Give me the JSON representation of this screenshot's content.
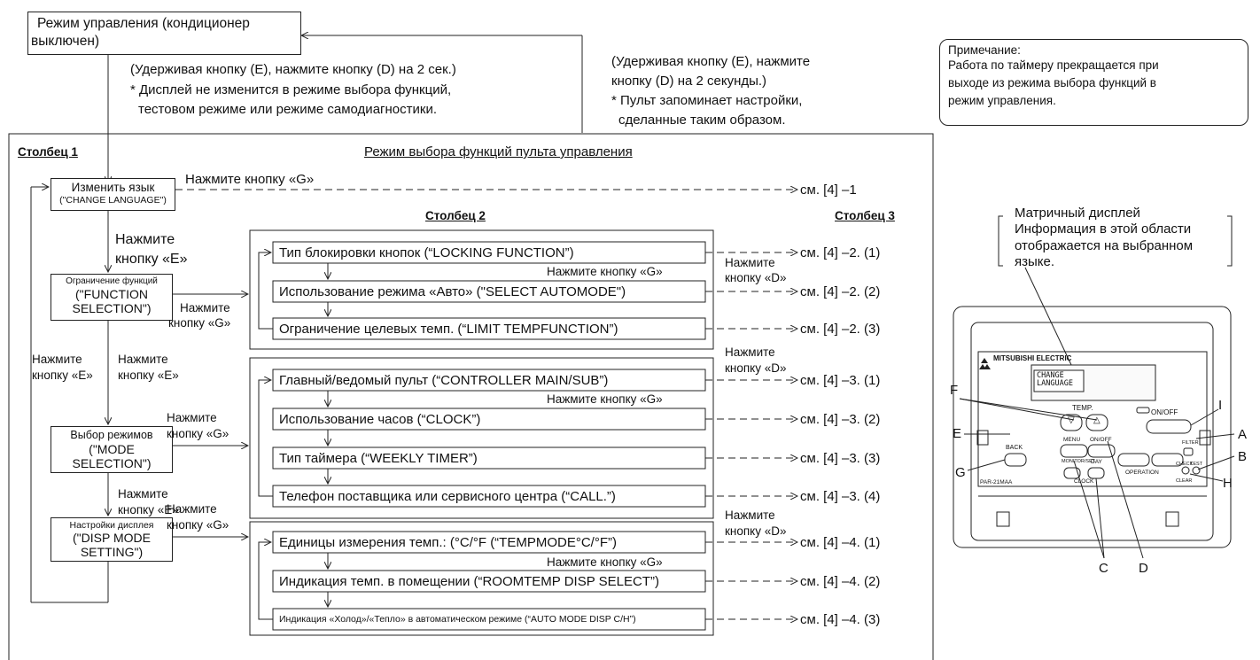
{
  "top_box": "Режим управления (кондиционер выключен)",
  "top_box_l1": "Режим управления (кондиционер",
  "top_box_l2": "выключен)",
  "note_left": {
    "l1": "(Удерживая кнопку (E), нажмите кнопку (D) на 2 сек.)",
    "l2": "* Дисплей не изменится в режиме выбора функций,",
    "l3": "тестовом режиме или режиме самодиагностики."
  },
  "note_right": {
    "l1": "(Удерживая кнопку (E), нажмите",
    "l2": "кнопку (D) на 2 секунды.)",
    "l3": "* Пульт запоминает настройки,",
    "l4": "сделанные таким образом."
  },
  "remark": {
    "l1": "Примечание:",
    "l2": "Работа по таймеру прекращается при",
    "l3": "выходе из режима выбора функций в",
    "l4": "режим управления."
  },
  "frame_title": "Режим выбора функций пульта управления",
  "col1": "Столбец 1",
  "col2": "Столбец 2",
  "col3": "Столбец 3",
  "change_lang": {
    "l1": "Изменить язык",
    "l2": "(\"CHANGE LANGUAGE\")"
  },
  "press_g_top": "Нажмите кнопку «G»",
  "ref_1": "см. [4] –1",
  "press_e1": {
    "l1": "Нажмите",
    "l2": "кнопку «E»"
  },
  "func_sel": {
    "l1": "Ограничение функций",
    "l2": "(\"FUNCTION",
    "l3": "SELECTION\")"
  },
  "mode_sel": {
    "l1": "Выбор режимов",
    "l2": "(\"MODE",
    "l3": "SELECTION\")"
  },
  "disp_sel": {
    "l1": "Настройки дисплея",
    "l2": "(\"DISP MODE",
    "l3": "SETTING\")"
  },
  "press_g_label": {
    "l1": "Нажмите",
    "l2": "кнопку «G»"
  },
  "press_e_label": {
    "l1": "Нажмите",
    "l2": "кнопку «E»"
  },
  "press_d_label": {
    "l1": "Нажмите",
    "l2": "кнопку «D»"
  },
  "press_g_inline": "Нажмите кнопку «G»",
  "group2": [
    "Тип блокировки кнопок (“LOCKING FUNCTION”)",
    "Использование режима «Авто» (\"SELECT AUTOMODE\")",
    "Ограничение целевых темп. (“LIMIT TEMPFUNCTION”)"
  ],
  "group3": [
    "Главный/ведомый пульт (“CONTROLLER MAIN/SUB”)",
    "Использование часов (“CLOCK”)",
    "Тип таймера (“WEEKLY TIMER”)",
    "Телефон поставщика или сервисного центра (“CALL.”)"
  ],
  "group4": [
    "Единицы измерения темп.: (°C/°F (“TEMPMODE°C/°F”)",
    "Индикация темп. в помещении (“ROOMTEMP DISP SELECT”)",
    "Индикация «Холод»/«Тепло» в автоматическом режиме (“AUTO MODE DISP C/H”)"
  ],
  "refs2": [
    "см. [4] –2. (1)",
    "см. [4] –2. (2)",
    "см. [4] –2. (3)"
  ],
  "refs3": [
    "см. [4] –3. (1)",
    "см. [4] –3. (2)",
    "см. [4] –3. (3)",
    "см. [4] –3. (4)"
  ],
  "refs4": [
    "см. [4] –4. (1)",
    "см. [4] –4. (2)",
    "см. [4] –4. (3)"
  ],
  "matrix": {
    "l1": "Матричный дисплей",
    "l2": "Информация в этой области",
    "l3": "отображается на выбранном",
    "l4": "языке."
  },
  "remote": {
    "brand": "MITSUBISHI ELECTRIC",
    "screen_l1": "CHANGE",
    "screen_l2": "LANGUAGE",
    "temp": "TEMP.",
    "onoff": "ON/OFF",
    "back": "BACK",
    "menu": "MENU",
    "onoff2": "ON/OFF",
    "monitor": "MONITOR/SET",
    "day": "DAY",
    "clock": "CLOCK",
    "operation": "OPERATION",
    "filter": "FILTER",
    "check": "CHECK",
    "test": "TEST",
    "clear": "CLEAR",
    "model": "PAR-21MAA"
  },
  "letters": {
    "A": "A",
    "B": "B",
    "C": "C",
    "D": "D",
    "E": "E",
    "F": "F",
    "G": "G",
    "H": "H",
    "I": "I"
  }
}
